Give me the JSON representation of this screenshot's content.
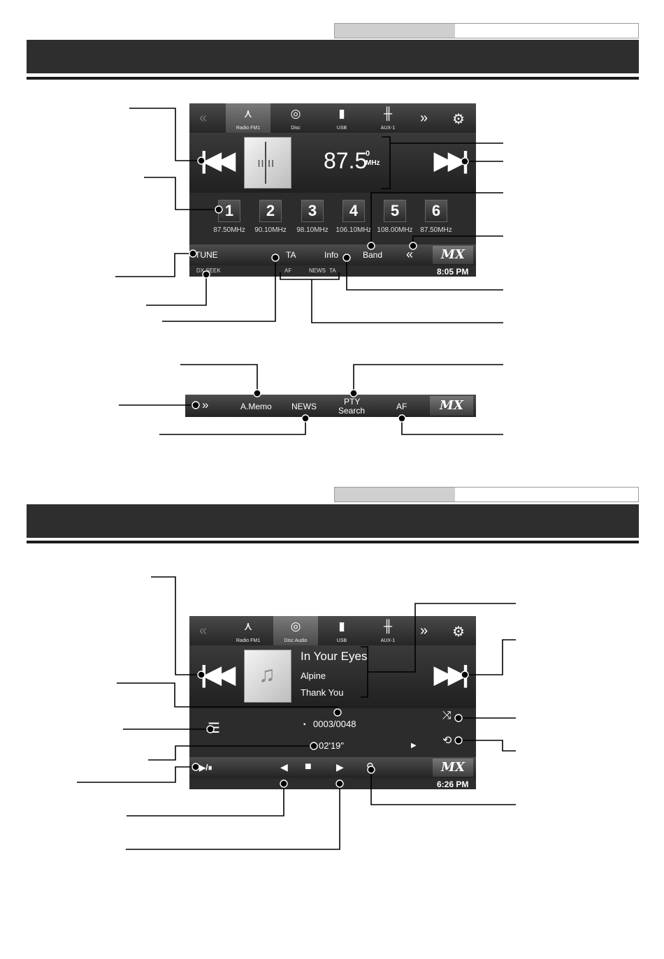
{
  "radio": {
    "sources": [
      {
        "label": "Radio FM1",
        "icon": "antenna-icon"
      },
      {
        "label": "Disc",
        "icon": "disc-icon"
      },
      {
        "label": "USB",
        "icon": "usb-icon"
      },
      {
        "label": "AUX-1",
        "icon": "aux-icon"
      }
    ],
    "frequency": "87.5",
    "freq_sub": "0",
    "freq_unit": "MHz",
    "presets": [
      {
        "num": "1",
        "freq": "87.50MHz"
      },
      {
        "num": "2",
        "freq": "90.10MHz"
      },
      {
        "num": "3",
        "freq": "98.10MHz"
      },
      {
        "num": "4",
        "freq": "106.10MHz"
      },
      {
        "num": "5",
        "freq": "108.00MHz"
      },
      {
        "num": "6",
        "freq": "87.50MHz"
      }
    ],
    "tune_label": "TUNE",
    "dx_seek_label": "DX SEEK",
    "ta_label": "TA",
    "info_label": "Info",
    "band_label": "Band",
    "af_indicator": "AF",
    "news_indicator": "NEWS",
    "ta_indicator": "TA",
    "time": "8:05 PM",
    "logo": "MX"
  },
  "radio_bar2": {
    "amemo_label": "A.Memo",
    "news_label": "NEWS",
    "pty_label_1": "PTY",
    "pty_label_2": "Search",
    "af_label": "AF",
    "logo": "MX"
  },
  "disc": {
    "sources": [
      {
        "label": "Radio FM1",
        "icon": "antenna-icon"
      },
      {
        "label": "Disc Audio",
        "icon": "disc-icon"
      },
      {
        "label": "USB",
        "icon": "usb-icon"
      },
      {
        "label": "AUX-1",
        "icon": "aux-icon"
      }
    ],
    "title": "In Your Eyes",
    "artist": "Alpine",
    "album": "Thank You",
    "track_count": "0003/0048",
    "elapsed": "02'19\"",
    "time": "6:26 PM",
    "logo": "MX"
  }
}
